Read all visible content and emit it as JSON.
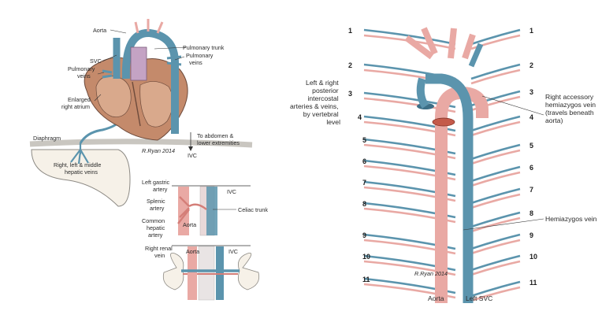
{
  "heart_panel": {
    "labels": {
      "aorta": "Aorta",
      "svc": "SVC",
      "pulmonary_veins_left": "Pulmonary",
      "pulmonary_veins_left2": "veins",
      "enlarged_atrium_1": "Enlarged",
      "enlarged_atrium_2": "right atrium",
      "pulmonary_trunk": "Pulmonary trunk",
      "pulmonary_veins_right": "Pulmonary",
      "pulmonary_veins_right2": "veins",
      "diaphragm": "Diaphragm",
      "to_abdomen_1": "To abdomen &",
      "to_abdomen_2": "lower extremities",
      "ivc": "IVC",
      "hepatic_1": "Right, left & middle",
      "hepatic_2": "hepatic veins",
      "signature": "R.Ryan 2014"
    }
  },
  "celiac_panel": {
    "labels": {
      "left_gastric_1": "Left gastric",
      "left_gastric_2": "artery",
      "splenic_1": "Splenic",
      "splenic_2": "artery",
      "common_hepatic_1": "Common",
      "common_hepatic_2": "hepatic",
      "common_hepatic_3": "artery",
      "aorta": "Aorta",
      "ivc": "IVC",
      "celiac_trunk": "Celiac trunk"
    }
  },
  "renal_panel": {
    "labels": {
      "right_renal_1": "Right renal",
      "right_renal_2": "vein",
      "aorta": "Aorta",
      "ivc": "IVC"
    }
  },
  "intercostal_panel": {
    "left_caption": [
      "Left & right",
      "posterior",
      "intercostal",
      "arteries & veins,",
      "by vertebral",
      "level"
    ],
    "right_accessory": [
      "Right accessory",
      "hemiazygos vein",
      "(travels beneath",
      "aorta)"
    ],
    "hemiazygos": "Hemiazygos vein",
    "bottom_aorta": "Aorta",
    "bottom_left_svc": "Left SVC",
    "signature": "R.Ryan 2014",
    "left_levels": [
      "1",
      "2",
      "3",
      "4",
      "5",
      "6",
      "7",
      "8",
      "9",
      "10",
      "11"
    ],
    "right_levels": [
      "1",
      "2",
      "3",
      "4",
      "5",
      "6",
      "7",
      "8",
      "9",
      "10",
      "11"
    ]
  },
  "colors": {
    "artery": "#e9a9a4",
    "artery_dark": "#d47e78",
    "vein": "#5b94ad",
    "vein_dark": "#3d6f86",
    "heart": "#c48a6b",
    "liver": "#f6f1e8"
  }
}
